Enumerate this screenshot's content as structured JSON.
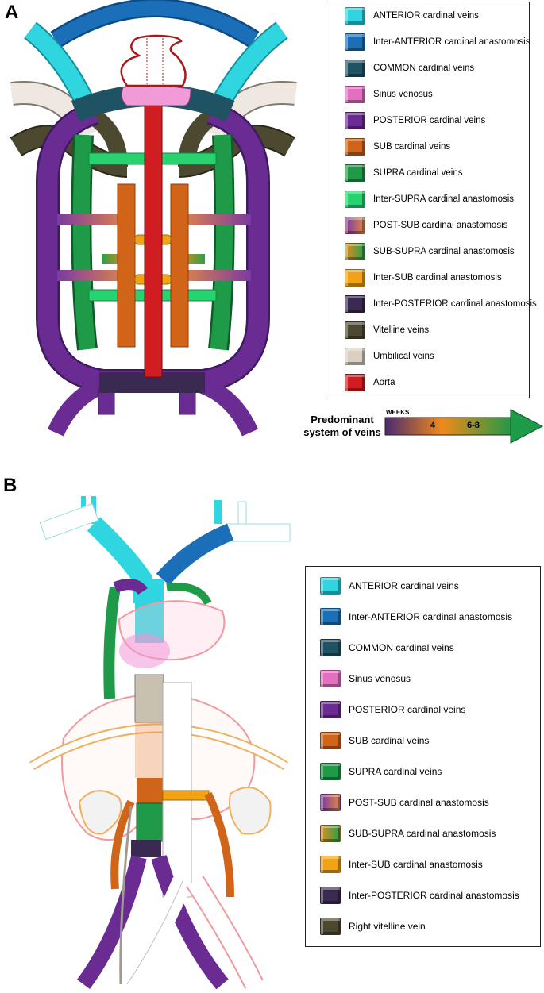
{
  "panel_a": {
    "label": "A",
    "legend": [
      {
        "label": "ANTERIOR cardinal veins",
        "color": "#2fd6e0"
      },
      {
        "label": "Inter-ANTERIOR cardinal anastomosis",
        "color": "#1a6fb8"
      },
      {
        "label": "COMMON cardinal veins",
        "color": "#1f5263"
      },
      {
        "label": "Sinus venosus",
        "color": "#e46fc0"
      },
      {
        "label": "POSTERIOR cardinal  veins",
        "color": "#6a2c93"
      },
      {
        "label": "SUB cardinal veins",
        "color": "#d0651a"
      },
      {
        "label": "SUPRA cardinal veins",
        "color": "#1e9a48"
      },
      {
        "label": "Inter-SUPRA cardinal anastomosis",
        "color": "#27d36f"
      },
      {
        "label": "POST-SUB cardinal anastomosis",
        "color": "#b561b0"
      },
      {
        "label": "SUB-SUPRA cardinal anastomosis",
        "color": "#a08a2a"
      },
      {
        "label": "Inter-SUB cardinal anastomosis",
        "color": "#f0a315"
      },
      {
        "label": "Inter-POSTERIOR cardinal anastomosis",
        "color": "#3a2a52"
      },
      {
        "label": "Vitelline veins",
        "color": "#4d4830"
      },
      {
        "label": "Umbilical veins",
        "color": "#d9cfc3"
      },
      {
        "label": "Aorta",
        "color": "#cf1d21"
      }
    ],
    "weeks_caption_line1": "Predominant",
    "weeks_caption_line2": "system of veins",
    "weeks_title": "WEEKS",
    "weeks_mark_1": "4",
    "weeks_mark_2": "6-8"
  },
  "panel_b": {
    "label": "B",
    "legend": [
      {
        "label": "ANTERIOR cardinal veins",
        "color": "#2fd6e0"
      },
      {
        "label": "Inter-ANTERIOR cardinal anastomosis",
        "color": "#1a6fb8"
      },
      {
        "label": "COMMON cardinal veins",
        "color": "#1f5263"
      },
      {
        "label": "Sinus venosus",
        "color": "#e46fc0"
      },
      {
        "label": "POSTERIOR cardinal veins",
        "color": "#6a2c93"
      },
      {
        "label": "SUB cardinal veins",
        "color": "#d0651a"
      },
      {
        "label": "SUPRA cardinal veins",
        "color": "#1e9a48"
      },
      {
        "label": "POST-SUB cardinal anastomosis",
        "color": "#b561b0"
      },
      {
        "label": "SUB-SUPRA cardinal anastomosis",
        "color": "#c07a22"
      },
      {
        "label": "Inter-SUB cardinal anastomosis",
        "color": "#f0a315"
      },
      {
        "label": "Inter-POSTERIOR cardinal anastomosis",
        "color": "#3a2a52"
      },
      {
        "label": "Right vitelline vein",
        "color": "#4d4830"
      }
    ]
  }
}
